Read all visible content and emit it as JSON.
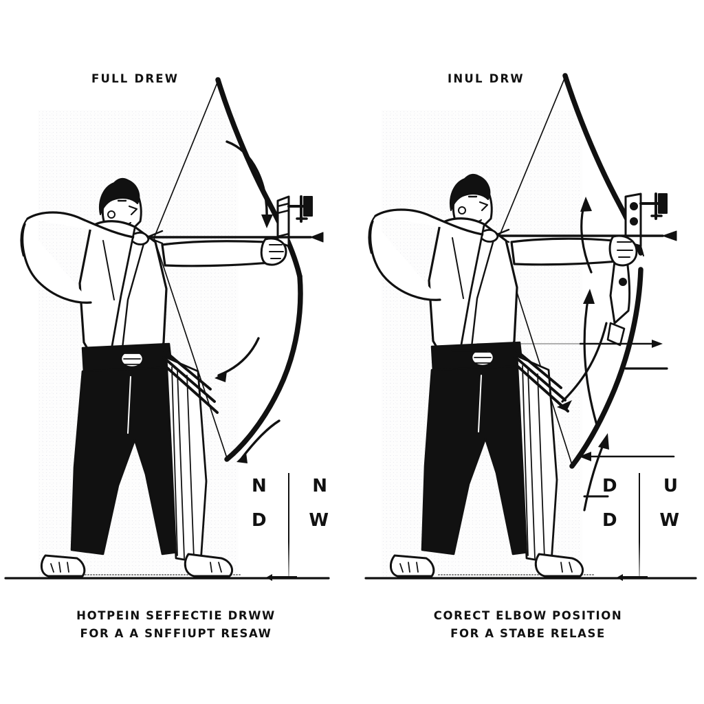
{
  "document": {
    "kind": "instructional-illustration",
    "subject": "archery-draw-form-comparison",
    "background_color": "#ffffff",
    "ink_color": "#111111",
    "panel_tint_color": "#fdfdfd"
  },
  "panels": [
    {
      "id": "left",
      "title": "FULL DREW",
      "caption_line1": "HOTPEIN SEFFECTIE DRWW",
      "caption_line2": "FOR A A SNFFIUPT RESAW",
      "legend": {
        "row1_left": "N",
        "row1_right": "N",
        "row2_left": "D",
        "row2_right": "W"
      },
      "figure_alt": "Archer in white gi and dark hakama at full draw with recurve bow, facing right",
      "annotation_arrows": [
        "curved-arrow-down-upper-limb",
        "curved-arrow-up-lower-limb",
        "curved-arrow-down-lower-limb",
        "straight-arrow-right-arrow-shaft"
      ]
    },
    {
      "id": "right",
      "title": "INUL DRW",
      "caption_line1": "CORECT ELBOW POSITION",
      "caption_line2": "FOR A STABE RELASE",
      "legend": {
        "row1_left": "D",
        "row1_right": "U",
        "row2_left": "D",
        "row2_right": "W"
      },
      "figure_alt": "Archer in white gi and dark hakama drawing a compound-style bow, facing right",
      "annotation_arrows": [
        "curved-arrow-up-upper-limb",
        "curved-arrow-up-mid-limb",
        "curved-arrow-down-limb",
        "curved-arrow-up-lower-limb",
        "straight-arrow-right-arrow-shaft",
        "straight-arrow-right-midline",
        "straight-arrow-left-lower",
        "straight-rule-short-right",
        "straight-tick-left-of-legend"
      ]
    }
  ]
}
